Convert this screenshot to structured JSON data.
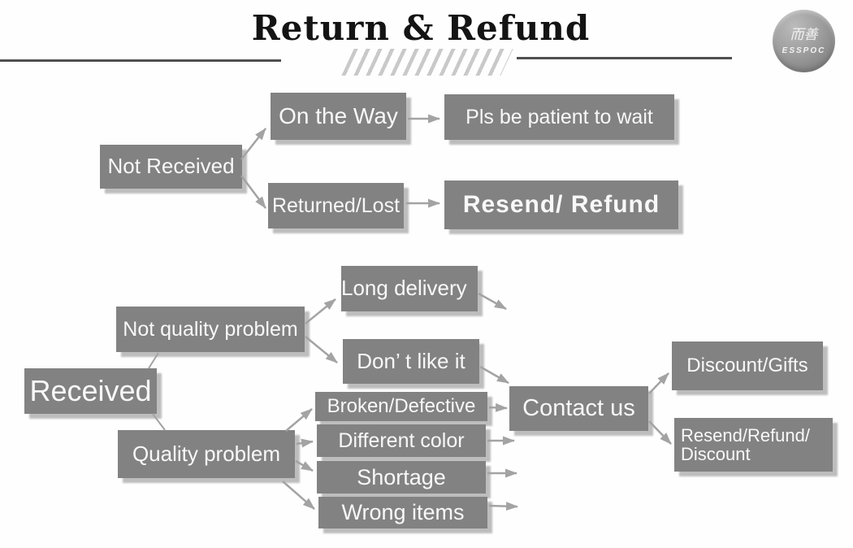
{
  "header": {
    "title": "Return & Refund",
    "logo": {
      "line1": "而善",
      "line2": "ESSPOC"
    }
  },
  "colors": {
    "box": "#828282",
    "box_text": "#f8f8f8",
    "arrow": "#a3a3a3",
    "rule": "#4f4f4f",
    "hatch": "#c9c9c9",
    "title_text": "#141414"
  },
  "nodes": {
    "not_received": "Not Received",
    "on_the_way": "On the Way",
    "pls_wait": "Pls be patient to wait",
    "returned_lost": "Returned/Lost",
    "resend_refund": "Resend/ Refund",
    "received": "Received",
    "not_quality_problem": "Not quality problem",
    "quality_problem": "Quality problem",
    "long_delivery": "Long delivery",
    "dont_like_it": "Don’ t like it",
    "broken_defective": "Broken/Defective",
    "different_color": "Different color",
    "shortage": "Shortage",
    "wrong_items": "Wrong items",
    "contact_us": "Contact us",
    "discount_gifts": "Discount/Gifts",
    "resend_refund_discount": "Resend/Refund/\nDiscount"
  }
}
